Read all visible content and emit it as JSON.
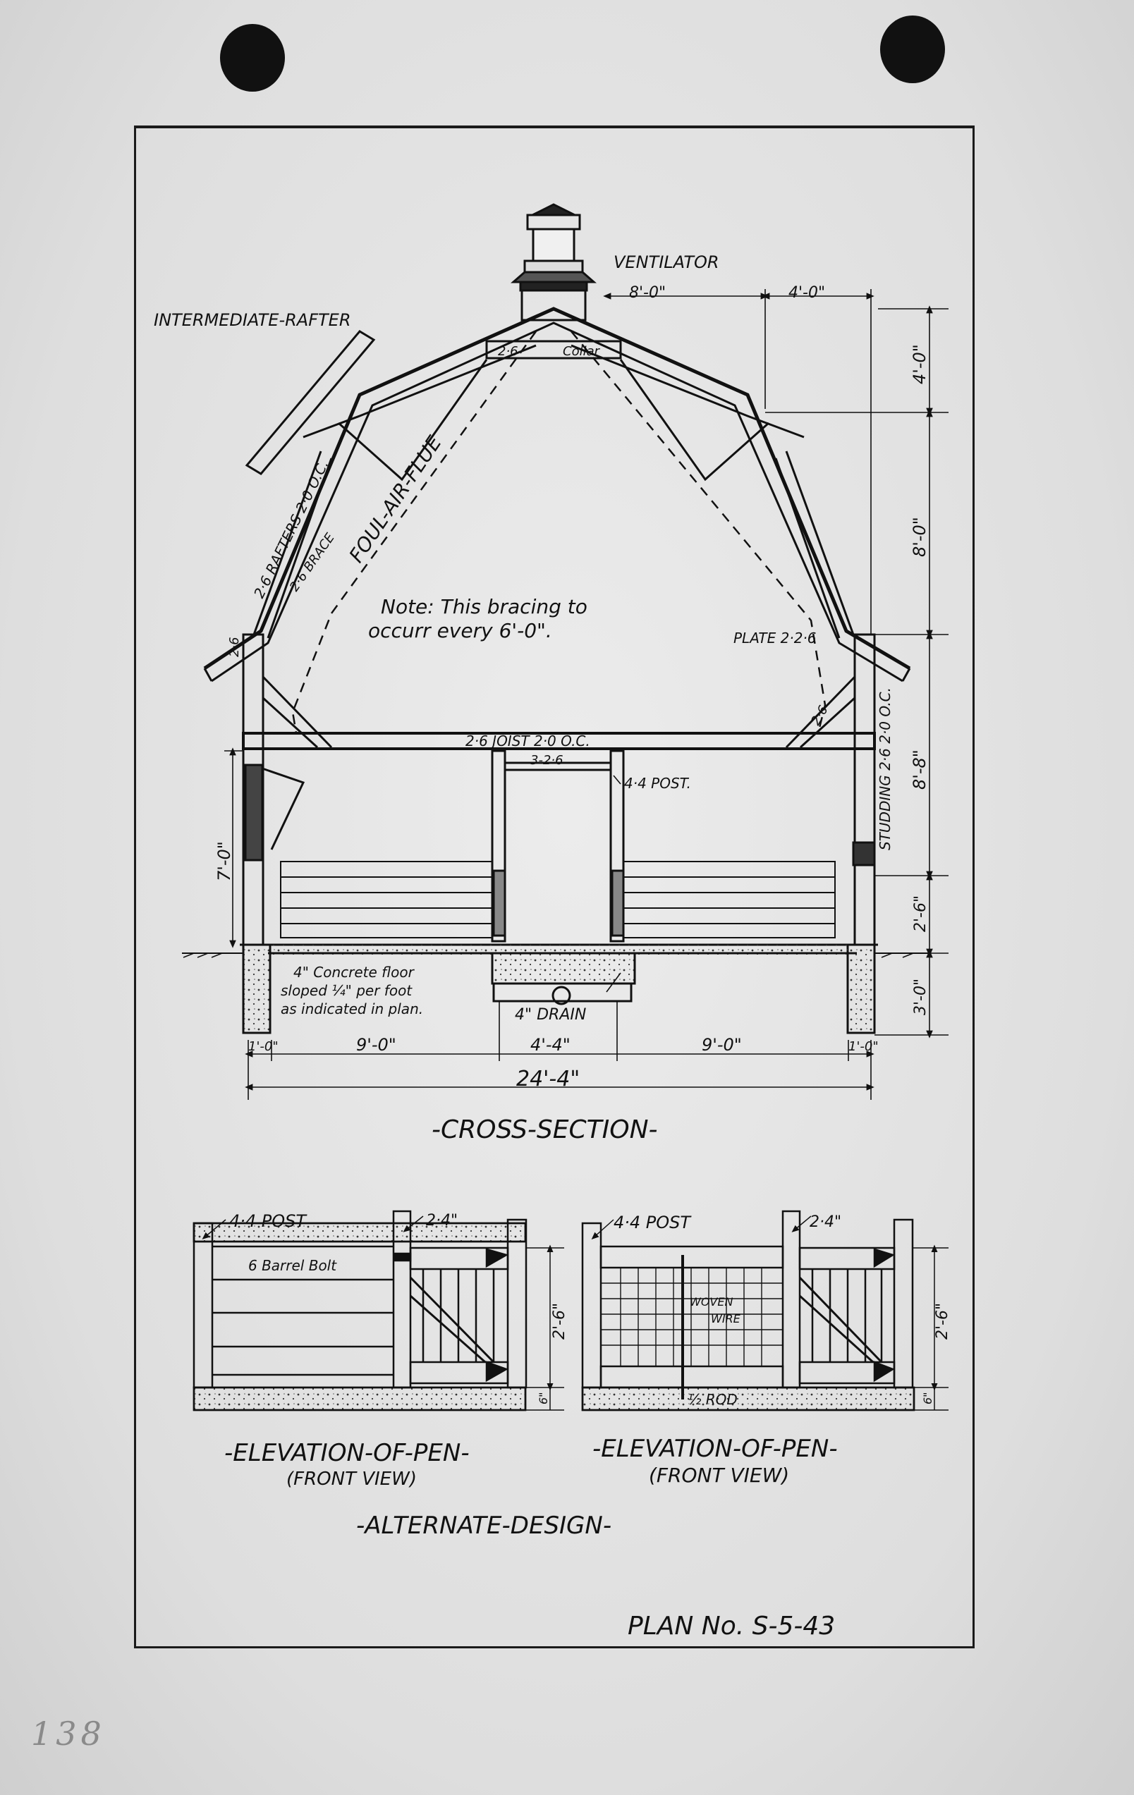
{
  "labels": {
    "ventilator": "VENTILATOR",
    "intermediate_rafter": "INTERMEDIATE-RAFTER",
    "collar_size": "2·6",
    "collar": "Collar",
    "rafters": "2·6 RAFTERS 2·0 O.C.",
    "brace": "2·6 BRACE",
    "foul_air_flue": "FOUL-AIR-FLUE",
    "note_line1": "Note: This bracing to",
    "note_line2": "occurr every 6'-0\".",
    "plate": "PLATE 2·2·6",
    "left_26": "2·6",
    "right_26": "2·6",
    "joist": "2·6 JOIST 2·0 O.C.",
    "beam": "3-2·6",
    "post": "4·4 POST.",
    "studding": "STUDDING 2·6 2·0 O.C.",
    "floor_line1": "4\" Concrete floor",
    "floor_line2": "sloped ¼\" per foot",
    "floor_line3": "as indicated in plan.",
    "drain": "4\" DRAIN"
  },
  "dimensions": {
    "top_8_0": "8'-0\"",
    "top_4_0": "4'-0\"",
    "right_4_0": "4'-0\"",
    "right_8_0": "8'-0\"",
    "right_8_8": "8'-8\"",
    "right_2_6": "2'-6\"",
    "right_3_0": "3'-0\"",
    "left_7_0": "7'-0\"",
    "bottom_1_0_left": "1'-0\"",
    "bottom_9_0_left": "9'-0\"",
    "bottom_4_4": "4'-4\"",
    "bottom_9_0_right": "9'-0\"",
    "bottom_1_0_right": "1'-0\"",
    "overall": "24'-4\""
  },
  "titles": {
    "cross_section": "-CROSS-SECTION-",
    "elevation_left": "-ELEVATION-OF-PEN-",
    "front_view_left": "(FRONT VIEW)",
    "elevation_right": "-ELEVATION-OF-PEN-",
    "front_view_right": "(FRONT VIEW)",
    "alternate_design": "-ALTERNATE-DESIGN-",
    "plan_no": "PLAN No. S-5-43"
  },
  "elevations": {
    "left_post": "4·4 POST",
    "left_24": "2·4\"",
    "barrel_bolt": "6 Barrel Bolt",
    "left_height": "2'-6\"",
    "left_base": "6\"",
    "right_post": "4·4 POST",
    "right_24": "2·4\"",
    "woven_wire_1": "WOVEN",
    "woven_wire_2": "WIRE",
    "rod": "½ ROD",
    "right_height": "2'-6\"",
    "right_base": "6\""
  },
  "page_number": "138"
}
